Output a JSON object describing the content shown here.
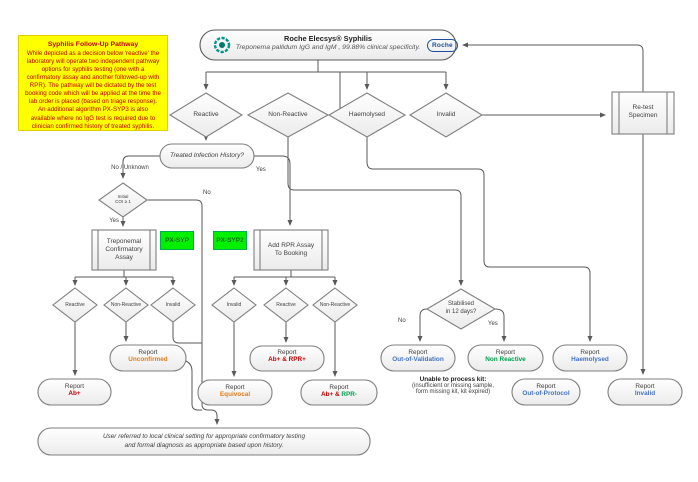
{
  "title_box": {
    "line1": "Roche Elecsys® Syphilis",
    "line2": "Treponema pallidum IgG and IgM , 99.88% clinical specificity.",
    "logo_text": "Roche",
    "accent_color": "#009688",
    "logo_color": "#1b4f9c"
  },
  "note_box": {
    "title": "Syphilis Follow-Up Pathway",
    "body": "While depicted as a decision below 'reactive' the laboratory will operate two independent pathway options for syphilis testing (one with a confirmatory assay and another followed-up with RPR). The pathway will be dictated by the test booking code which will be applied at the time the lab order is placed (based on triage response). An additional algorithm PX-SYP3 is also available where no IgG test is required due to clinician confirmed history of treated syphilis.",
    "bg_color": "#ffff00",
    "text_color": "#c00000"
  },
  "decisions": {
    "reactive": "Reactive",
    "non_reactive": "Non-Reactive",
    "haemolysed": "Haemolysed",
    "invalid": "Invalid",
    "treated_history": "Treated Infection History?",
    "initial_coi_l1": "Initial",
    "initial_coi_l2": "COI ≥ 1",
    "stabilised_l1": "Stabilised",
    "stabilised_l2": "in 12 days?",
    "trep_reactive": "Reactive",
    "trep_non_reactive": "Non-Reactive",
    "trep_invalid": "Invalid",
    "rpr_invalid": "Invalid",
    "rpr_reactive": "Reactive",
    "rpr_non_reactive": "Non-Reactive"
  },
  "processes": {
    "retest_l1": "Re-test",
    "retest_l2": "Specimen",
    "trep_l1": "Treponemal",
    "trep_l2": "Confirmatory",
    "trep_l3": "Assay",
    "addrpr_l1": "Add RPR Assay",
    "addrpr_l2": "To Booking",
    "px_syp": "PX-SYP",
    "px_syp2": "PX-SYP2",
    "px_bg_color": "#00f000"
  },
  "edge_labels": {
    "no_unknown": "No / Unknown",
    "yes_history": "Yes",
    "coi_yes": "Yes",
    "coi_no": "No",
    "stab_no": "No",
    "stab_yes": "Yes"
  },
  "reports": {
    "unconfirmed": {
      "line1": "Report",
      "line2": "Unconfirmed",
      "color": "#e07b1a"
    },
    "ab": {
      "line1": "Report",
      "line2": "Ab+",
      "color": "#c00000"
    },
    "equivocal": {
      "line1": "Report",
      "line2": "Equivocal",
      "color": "#e07b1a"
    },
    "ab_rpr_pos": {
      "line1": "Report",
      "line2": "Ab+ & RPR+",
      "color": "#c00000"
    },
    "ab_rpr_neg": {
      "line1": "Report",
      "part1": "Ab+ & ",
      "part2": "RPR-",
      "color1": "#c00000",
      "color2": "#00a050"
    },
    "oov": {
      "line1": "Report",
      "line2": "Out-of-Validation",
      "color": "#4472c4"
    },
    "non_reactive": {
      "line1": "Report",
      "line2": "Non Reactive",
      "color": "#00a050"
    },
    "haemolysed": {
      "line1": "Report",
      "line2": "Haemolysed",
      "color": "#4472c4"
    },
    "oop": {
      "line1": "Report",
      "line2": "Out-of-Protocol",
      "color": "#4472c4"
    },
    "invalid": {
      "line1": "Report",
      "line2": "Invalid",
      "color": "#4472c4"
    }
  },
  "unable_note": {
    "title": "Unable to process kit:",
    "line2": "(insufficient or  missing sample,",
    "line3": "form missing kit, kit expired)"
  },
  "user_referred": {
    "line1": "User referred to local clinical setting for appropriate confirmatory testing",
    "line2": "and formal diagnosis as appropriate based upon history."
  }
}
